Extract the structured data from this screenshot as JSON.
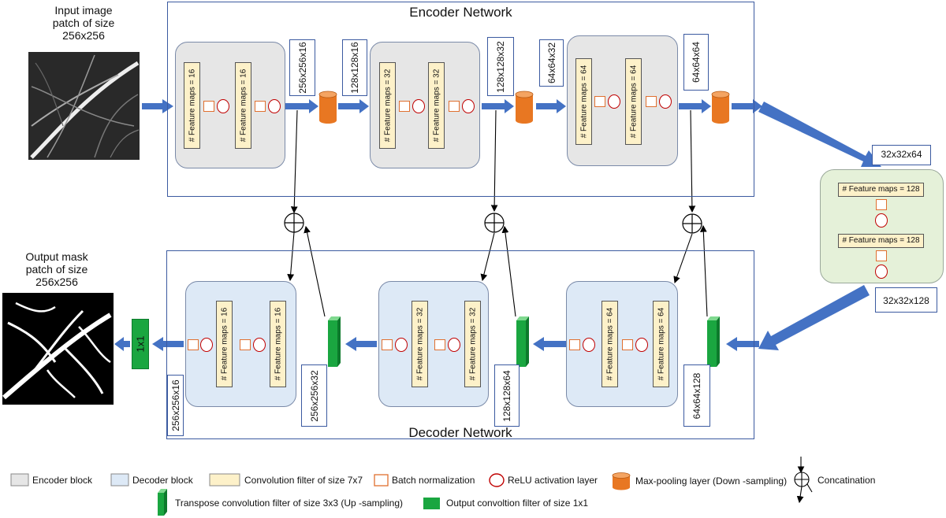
{
  "input": {
    "caption_lines": [
      "Input image",
      "patch of size",
      "256x256"
    ]
  },
  "output": {
    "caption_lines": [
      "Output mask",
      "patch of size",
      "256x256"
    ]
  },
  "encoder": {
    "title": "Encoder Network",
    "blocks": [
      {
        "filters": [
          "# Feature maps = 16",
          "# Feature maps = 16"
        ],
        "size_label": "256x256x16",
        "pooled_label": "128x128x16"
      },
      {
        "filters": [
          "# Feature maps = 32",
          "# Feature maps = 32"
        ],
        "size_label": "128x128x32",
        "pooled_label": "64x64x32"
      },
      {
        "filters": [
          "# Feature maps = 64",
          "# Feature maps = 64"
        ],
        "size_label": "64x64x64"
      }
    ]
  },
  "bottleneck": {
    "input_label": "32x32x64",
    "filters": [
      "# Feature maps = 128",
      "# Feature maps = 128"
    ],
    "output_label": "32x32x128"
  },
  "decoder": {
    "title": "Decoder Network",
    "blocks": [
      {
        "filters": [
          "# Feature maps = 16",
          "# Feature maps = 16"
        ],
        "size_label": "256x256x16",
        "upsample_label": "256x256x32"
      },
      {
        "filters": [
          "# Feature maps = 32",
          "# Feature maps = 32"
        ],
        "upsample_label": "128x128x64"
      },
      {
        "filters": [
          "# Feature maps = 64",
          "# Feature maps = 64"
        ],
        "upsample_label": "64x64x128"
      }
    ],
    "output_conv_label": "1x1"
  },
  "legend": {
    "encoder_block": "Encoder block",
    "decoder_block": "Decoder block",
    "conv_filter": "Convolution filter of size 7x7",
    "batch_norm": "Batch normalization",
    "relu": "ReLU activation layer",
    "max_pool": "Max-pooling layer (Down -sampling)",
    "concatenation": "Concatination",
    "transpose_conv": "Transpose convolution filter of size 3x3 (Up  -sampling)",
    "output_conv": "Output convoltion filter of size 1x1"
  },
  "colors": {
    "encoder_fill": "#e6e6e6",
    "decoder_fill": "#dde9f6",
    "bottleneck_fill": "#e5f1d9",
    "conv_fill": "#fdf1c9",
    "batch_norm": "#e07030",
    "relu": "#c00000",
    "pool": "#e87722",
    "upsample": "#1aa640",
    "arrow": "#4472c4"
  }
}
